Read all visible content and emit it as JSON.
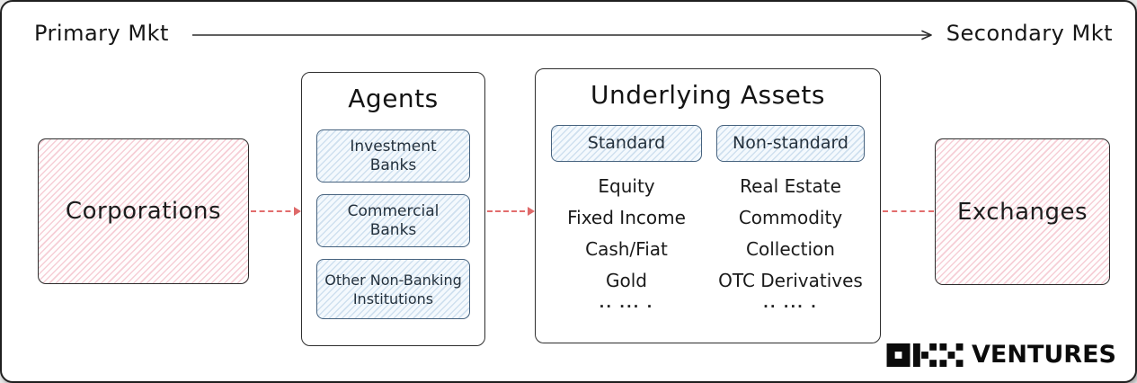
{
  "header": {
    "left_label": "Primary Mkt",
    "right_label": "Secondary Mkt"
  },
  "nodes": {
    "corporations": {
      "label": "Corporations"
    },
    "agents": {
      "title": "Agents",
      "items": [
        "Investment\nBanks",
        "Commercial\nBanks",
        "Other Non-Banking\nInstitutions"
      ]
    },
    "underlying_assets": {
      "title": "Underlying Assets",
      "columns": [
        {
          "header": "Standard",
          "items": [
            "Equity",
            "Fixed Income",
            "Cash/Fiat",
            "Gold",
            "·· ··· ·"
          ]
        },
        {
          "header": "Non-standard",
          "items": [
            "Real Estate",
            "Commodity",
            "Collection",
            "OTC Derivatives",
            "·· ··· ·"
          ]
        }
      ]
    },
    "exchanges": {
      "label": "Exchanges"
    }
  },
  "branding": {
    "logo_icon": "okx-pixel-logo",
    "logo_text": "VENTURES"
  },
  "colors": {
    "ink": "#1d1d1d",
    "box_border": "#2e2e2e",
    "chip_border": "#46627e",
    "pink_hatch": "#f6ced6",
    "blue_hatch": "#cfe0ef",
    "connector_red": "#dd5454"
  }
}
